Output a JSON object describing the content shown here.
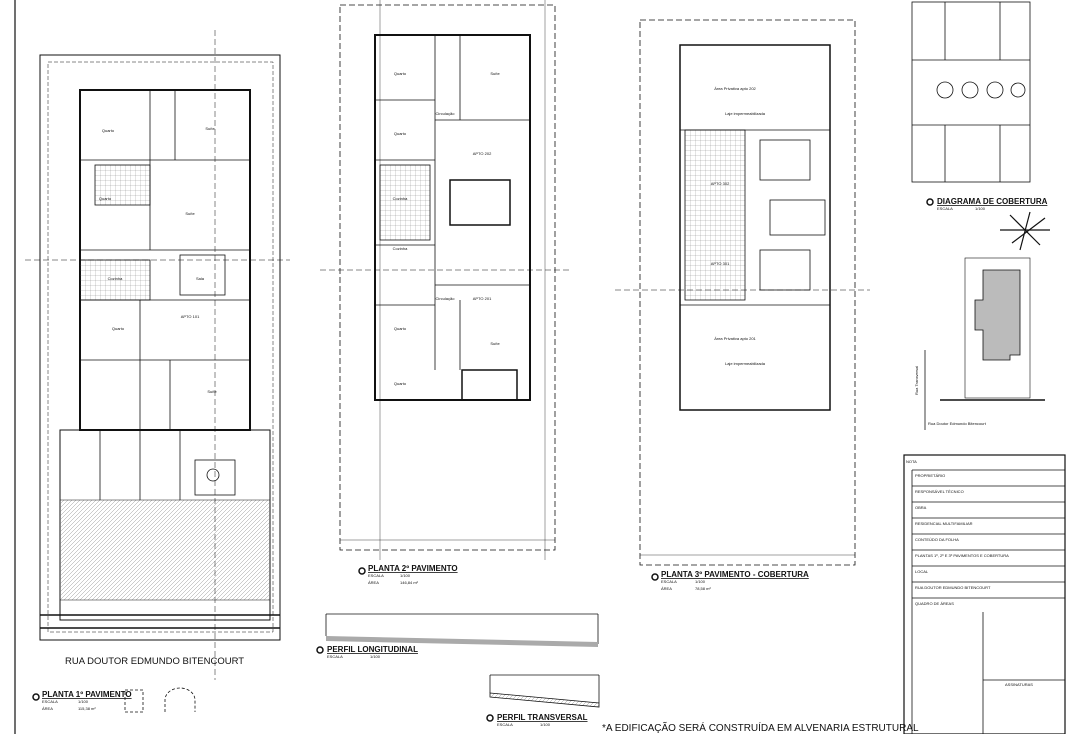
{
  "sheet": {
    "street_name": "RUA DOUTOR EDMUNDO BITENCOURT",
    "footer_note": "*A EDIFICAÇÃO SERÁ CONSTRUÍDA EM ALVENARIA ESTRUTURAL",
    "line_color": "#111111",
    "hatch_color": "#9a9a9a"
  },
  "plans": [
    {
      "title": "PLANTA 1º PAVIMENTO",
      "scale_label": "ESCALA",
      "scale": "1/100",
      "area_label": "ÁREA",
      "area": "115,38 m²",
      "rooms": [
        "Quarto",
        "Suíte",
        "Quarto",
        "Suíte",
        "APTO 101",
        "Quarto",
        "Suíte",
        "Cozinha",
        "Sala"
      ]
    },
    {
      "title": "PLANTA 2º PAVIMENTO",
      "scale_label": "ESCALA",
      "scale": "1/100",
      "area_label": "ÁREA",
      "area": "146,84 m²",
      "rooms": [
        "Quarto",
        "Suíte",
        "Quarto",
        "Circulação",
        "APTO 202",
        "Cozinha",
        "Cozinha",
        "APTO 201",
        "Quarto",
        "Circulação",
        "Quarto",
        "Suíte"
      ]
    },
    {
      "title": "PLANTA 3º PAVIMENTO - COBERTURA",
      "scale_label": "ESCALA",
      "scale": "1/100",
      "area_label": "ÁREA",
      "area": "78,58 m²",
      "rooms": [
        "Área Privativa apto 202",
        "Laje impermeabilizada",
        "APTO 302",
        "APTO 301",
        "Área Privativa apto 201",
        "Laje impermeabilizada"
      ]
    }
  ],
  "profiles": [
    {
      "title": "PERFIL LONGITUDINAL",
      "scale_label": "ESCALA",
      "scale": "1/100"
    },
    {
      "title": "PERFIL TRANSVERSAL",
      "scale_label": "ESCALA",
      "scale": "1/100"
    }
  ],
  "roof_diagram": {
    "title": "DIAGRAMA DE COBERTURA",
    "scale_label": "ESCALA",
    "scale": "1/100"
  },
  "site_plan": {
    "street": "Rua Doutor Edmundo Bitencourt",
    "side_street": "Rua Transversal"
  },
  "title_block": {
    "heading": "NOTA",
    "rows": [
      "PROPRIETÁRIO",
      "RESPONSÁVEL TÉCNICO",
      "OBRA",
      "RESIDENCIAL MULTIFAMILIAR",
      "CONTEÚDO DA FOLHA",
      "PLANTAS 1º, 2º E 3º PAVIMENTOS E COBERTURA",
      "LOCAL",
      "RUA DOUTOR EDMUNDO BITENCOURT",
      "QUADRO DE ÁREAS"
    ],
    "stamp": "ASSINATURAS"
  }
}
